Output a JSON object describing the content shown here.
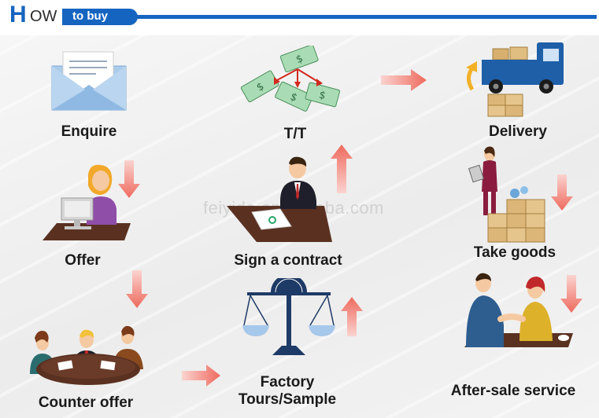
{
  "header": {
    "logo_h": "H",
    "logo_ow": "OW",
    "pill_text": "to buy"
  },
  "steps": {
    "enquire": "Enquire",
    "tt": "T/T",
    "delivery": "Delivery",
    "offer": "Offer",
    "sign_contract": "Sign a contract",
    "take_goods": "Take goods",
    "counter_offer": "Counter offer",
    "factory_line1": "Factory",
    "factory_line2": "Tours/Sample",
    "after_sale": "After-sale service"
  },
  "watermark": "feiyida.en.alibaba.com",
  "colors": {
    "brand_blue": "#1565c0",
    "arrow_salmon": "#f0786e"
  }
}
